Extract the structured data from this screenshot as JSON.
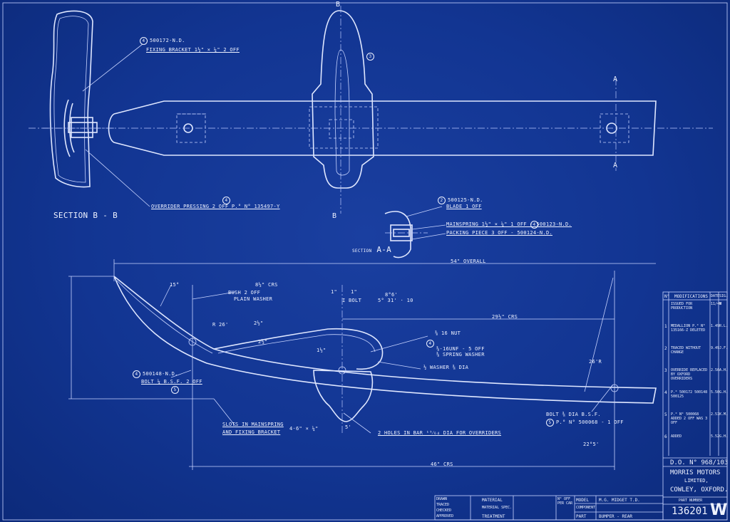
{
  "views": {
    "section_bb": "SECTION",
    "section_bb_letters": "B - B",
    "section_aa": "SECTION",
    "section_aa_letters": "A-A",
    "marker_b_top": "B",
    "marker_b_bottom": "B",
    "marker_a_top": "A",
    "marker_a_bottom": "A"
  },
  "callouts": {
    "c1_num": "4",
    "c1_part": "500172-N.D.",
    "c1_desc": "FIXING BRACKET 1½\" × ¼\" 2 OFF",
    "c2_num": "3",
    "c3_num": "4",
    "c3_desc": "OVERRIDER PRESSING 2 OFF P.° N° 135497-Y",
    "c4_num": "2",
    "c4_part": "500125-N.D.",
    "c4_desc": "BLADE 1 OFF",
    "c5_desc": "MAINSPRING 1½\" × ¼\" 1 OFF - 500123-N.D.",
    "c5_num": "4",
    "c6_desc": "PACKING PIECE 3 OFF - 500124-N.D.",
    "c7_desc": "BUSH 2 OFF",
    "c7_desc2": "PLAIN WASHER",
    "c8_num": "4",
    "c8_part": "500148-N.D.",
    "c8_desc": "BOLT ¼ B.S.F. 2 OFF",
    "c8_num2": "5",
    "c9_desc": "SLOTS IN MAINSPRING",
    "c9_desc2": "AND FIXING BRACKET",
    "c9_dims": "4·6\" × ¼\"",
    "c10_desc": "2 HOLES IN BAR ¹⁵⁄₆₄ DIA FOR OVERRIDERS",
    "c11_desc": "BOLT ⅜ DIA B.S.F.",
    "c11_num": "5",
    "c11_part": "P.° N° 500068 - 1 OFF",
    "c12_num": "4",
    "c12_desc": "⅜-16UNF - 5 OFF",
    "c12_desc2": "⅜ SPRING WASHER",
    "c13_desc": "⅜ 16 NUT",
    "c14_desc": "½ WASHER ⅜ DIA"
  },
  "dimensions": {
    "overall": "54\" OVERALL",
    "d1": "8½\" CRS",
    "d2": "29½\" CRS",
    "d3": "46\" CRS",
    "d4": "1\"",
    "d5": "1\"",
    "d6": "8°6'",
    "d6b": "5° 31' · 10",
    "d7": "I BOLT",
    "d8": "15°",
    "d9": "2½\"",
    "d10": "R 26'",
    "d11": "5'",
    "d12": "22°5'",
    "d13": "2½\"",
    "d14": "1½\"",
    "d15": "26'R"
  },
  "modifications": {
    "headers": [
      "N°",
      "MODIFICATIONS",
      "DATE",
      "SIG."
    ],
    "rows": [
      {
        "no": "",
        "text": "ISSUED FOR PRODUCTION",
        "date": "11/48",
        "sig": "W"
      },
      {
        "no": "1",
        "text": "MEDALLION P.° N° 135166-Z DELETED",
        "date": "1.49",
        "sig": "R.L."
      },
      {
        "no": "2",
        "text": "TRACED WITHOUT CHANGE",
        "date": "9.49",
        "sig": "J.F."
      },
      {
        "no": "3",
        "text": "OVERRIDE REPLACED BY OXFORD OVERRIDERS",
        "date": "2.50",
        "sig": "A.H."
      },
      {
        "no": "4",
        "text": "P.° 500172 500148 500125",
        "date": "5.50",
        "sig": "G.H."
      },
      {
        "no": "5",
        "text": "P.° N° 500068 ADDED 2 OFF WAS 3 OFF",
        "date": "2.51",
        "sig": "K.M."
      },
      {
        "no": "6",
        "text": "ADDED",
        "date": "5.52",
        "sig": "G.H."
      }
    ]
  },
  "title_block": {
    "do_number": "D.O. N° 968/103",
    "company1": "MORRIS MOTORS",
    "company2": "LIMITED,",
    "company3": "COWLEY, OXFORD.",
    "part_number_label": "PART NUMBER",
    "part_number": "136201",
    "sheet_letter": "W",
    "model_label": "MODEL",
    "model": "M.G. MIDGET T.D.",
    "component_label": "COMPONENT",
    "part_label": "PART",
    "part": "BUMPER - REAR",
    "material_label": "MATERIAL",
    "material_spec_label": "MATERIAL SPEC.",
    "treatment_label": "TREATMENT",
    "no_off_label": "N° OFF PER CAR",
    "drawn_by": "DRAWN",
    "traced": "TRACED",
    "checked": "CHECKED",
    "approved": "APPROVED"
  }
}
